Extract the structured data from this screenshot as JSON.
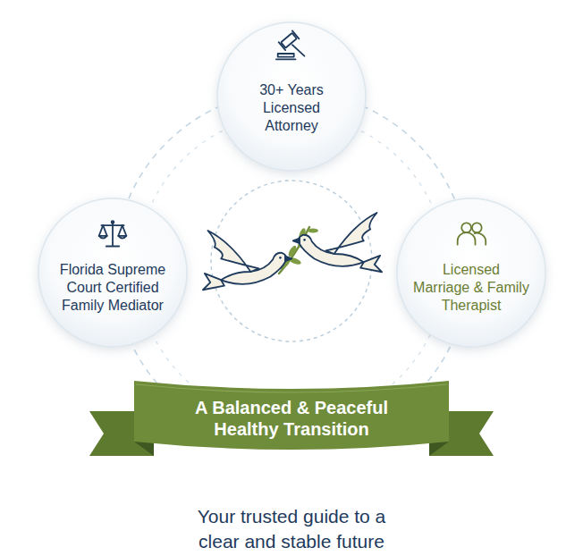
{
  "diagram": {
    "caption": "Your trusted guide to a clear and stable future",
    "nodes": [
      {
        "text": [
          "30+ Years Licensed Attorney"
        ]
      },
      {
        "text": [
          "Florida Supreme Court Certified Family Mediator"
        ]
      },
      {
        "text": [
          "Licensed Marriage & Family Therapist"
        ]
      },
      {
        "text": [
          "A Balanced & Peaceful Healthy Transition"
        ]
      }
    ]
  }
}
